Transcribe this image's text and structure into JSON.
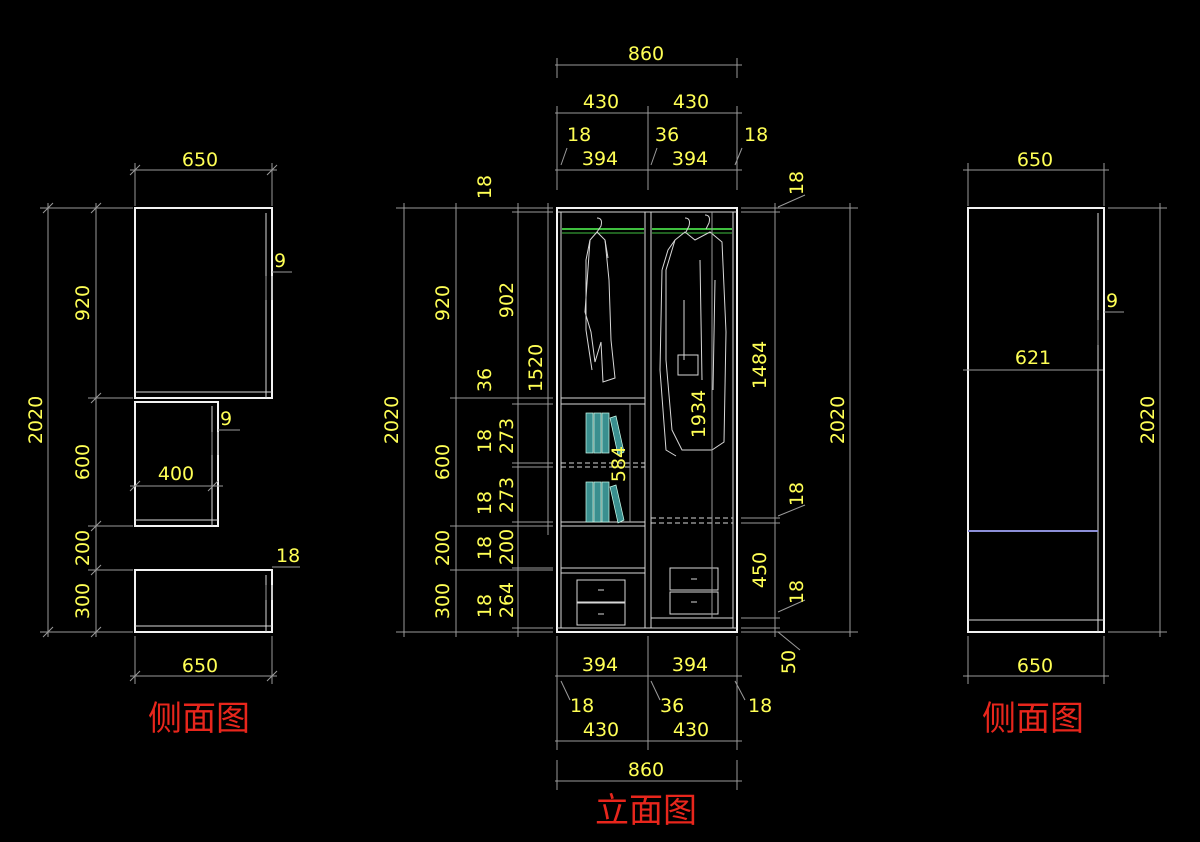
{
  "drawing": {
    "titles": {
      "left": "侧面图",
      "center": "立面图",
      "right": "侧面图"
    },
    "left_side": {
      "top_width": "650",
      "bottom_width": "650",
      "total_height": "2020",
      "heights": [
        "920",
        "600",
        "200",
        "300"
      ],
      "panel_thickness_top": "9",
      "panel_thickness_mid": "9",
      "mid_depth": "400",
      "drawer_thickness": "18"
    },
    "front": {
      "top_total": "860",
      "top_halves": [
        "430",
        "430"
      ],
      "top_thickness": [
        "18",
        "36",
        "18"
      ],
      "top_inner": [
        "394",
        "394"
      ],
      "bottom_inner": [
        "394",
        "394"
      ],
      "bottom_thickness": [
        "18",
        "36",
        "18"
      ],
      "bottom_halves": [
        "430",
        "430"
      ],
      "bottom_total": "860",
      "left_total": "2020",
      "left_zones": [
        "920",
        "600",
        "200",
        "300"
      ],
      "left_panels": [
        "18",
        "36",
        "18",
        "18",
        "18",
        "18"
      ],
      "left_inner": [
        "902",
        "273",
        "273",
        "200",
        "264"
      ],
      "inner_span_left": "1520",
      "shelf_span": "584",
      "right_total": "2020",
      "right_zones": [
        "1484",
        "450"
      ],
      "right_panels": [
        "18",
        "18",
        "18"
      ],
      "base_height": "50",
      "hanging_height": "1934"
    },
    "right_side": {
      "top_width": "650",
      "bottom_width": "650",
      "total_height": "2020",
      "inner_depth": "621",
      "panel_thickness": "9"
    }
  }
}
